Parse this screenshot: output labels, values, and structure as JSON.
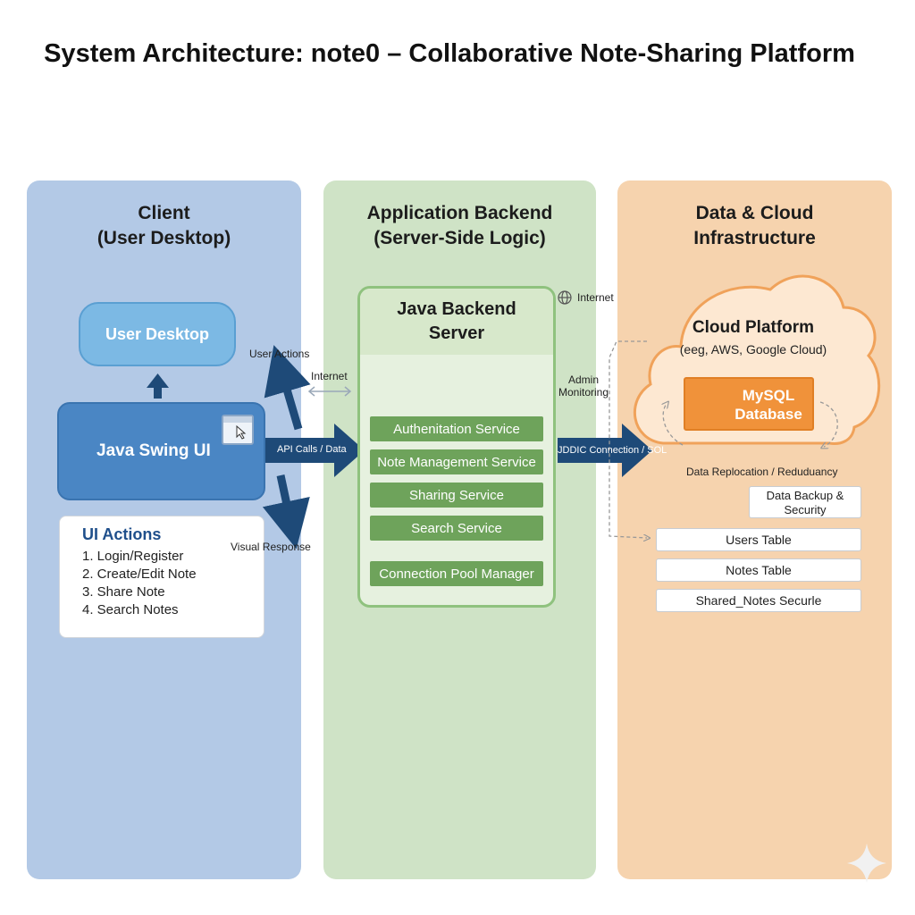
{
  "title": "System Architecture: note0 – Collaborative Note-Sharing Platform",
  "columns": {
    "client": {
      "line1": "Client",
      "line2": "(User Desktop)"
    },
    "backend": {
      "line1": "Application Backend",
      "line2": "(Server-Side Logic)"
    },
    "data": {
      "line1": "Data & Cloud",
      "line2": "Infrastructure"
    }
  },
  "client": {
    "user_desktop": "User Desktop",
    "swing_ui": "Java Swing UI",
    "ui_actions": {
      "heading": "UI Actions",
      "items": [
        "1. Login/Register",
        "2. Create/Edit Note",
        "3. Share Note",
        "4. Search Notes"
      ]
    }
  },
  "connectors": {
    "user_actions": "User Actions",
    "internet_mid": "Internet",
    "api_calls": "API Calls / Data",
    "visual_response": "Visual Response",
    "internet_top": "Internet",
    "admin_line1": "Admin",
    "admin_line2": "Monitoring",
    "jdbc": "JDDIC Connection / SOL",
    "replication": "Data Replocation / Reduduancy"
  },
  "backend": {
    "server_line1": "Java Backend",
    "server_line2": "Server",
    "services": [
      "Authenitation Service",
      "Note Management Service",
      "Sharing Service",
      "Search Service"
    ],
    "pool": "Connection Pool Manager"
  },
  "data": {
    "cloud_title": "Cloud Platform",
    "cloud_sub": "(eeg, AWS, Google Cloud)",
    "mysql_line1": "MySQL",
    "mysql_line2": "Database",
    "backup_line1": "Data Backup &",
    "backup_line2": "Security",
    "tables": [
      "Users Table",
      "Notes Table",
      "Shared_Notes Securle"
    ]
  },
  "colors": {
    "client_bg": "#b3c9e6",
    "backend_bg": "#cfe3c6",
    "data_bg": "#f6d3ae",
    "arrow": "#1e4a78",
    "service": "#6ea35b",
    "mysql": "#f0923a"
  }
}
